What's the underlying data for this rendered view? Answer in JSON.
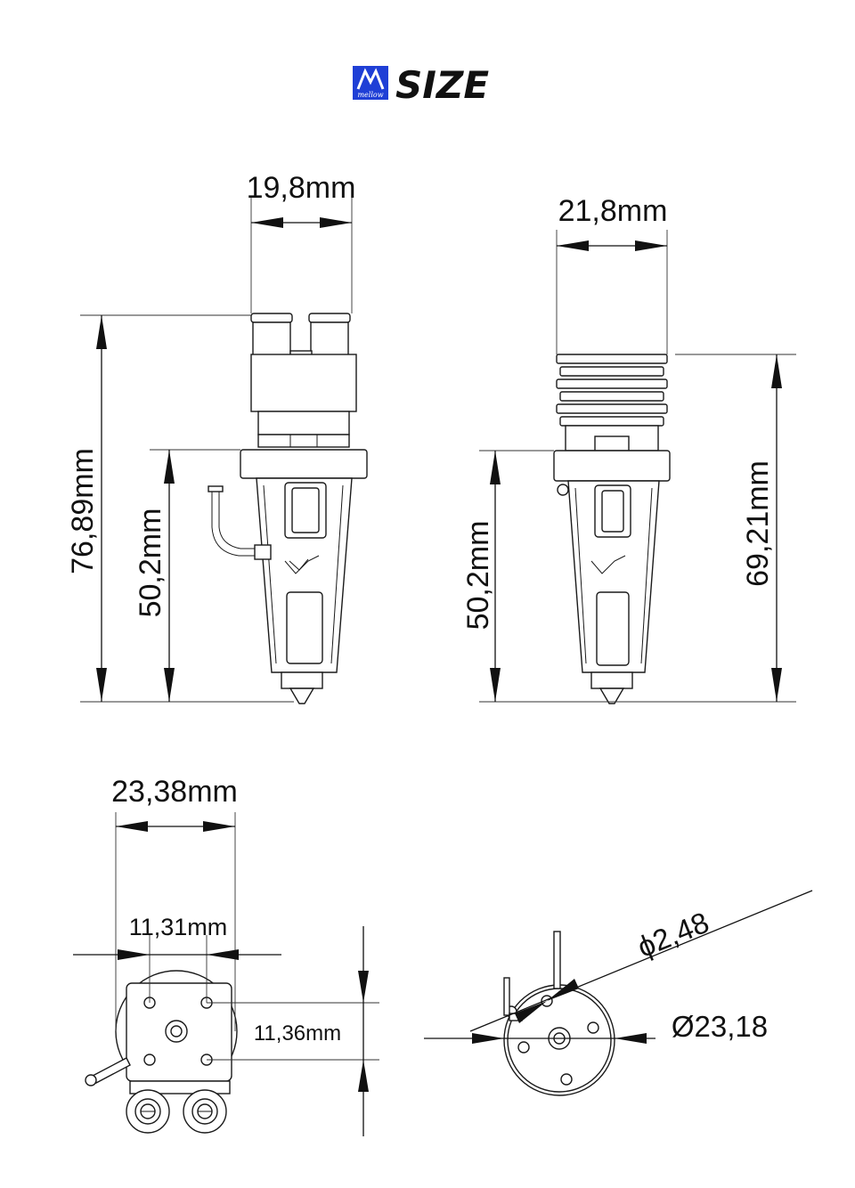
{
  "header": {
    "brand": "mellow",
    "title": "SIZE",
    "brand_color": "#1f3fd6"
  },
  "dimensions": {
    "front_width": "19,8mm",
    "front_total_height": "76,89mm",
    "front_lower_height": "50,2mm",
    "side_width": "21,8mm",
    "side_total_height": "69,21mm",
    "side_lower_height": "50,2mm",
    "bottom_width": "23,38mm",
    "bottom_hole_spacing_x": "11,31mm",
    "bottom_hole_spacing_y": "11,36mm",
    "round_hole_diameter": "ϕ2,48",
    "round_outer_diameter": "Ø23,18"
  }
}
